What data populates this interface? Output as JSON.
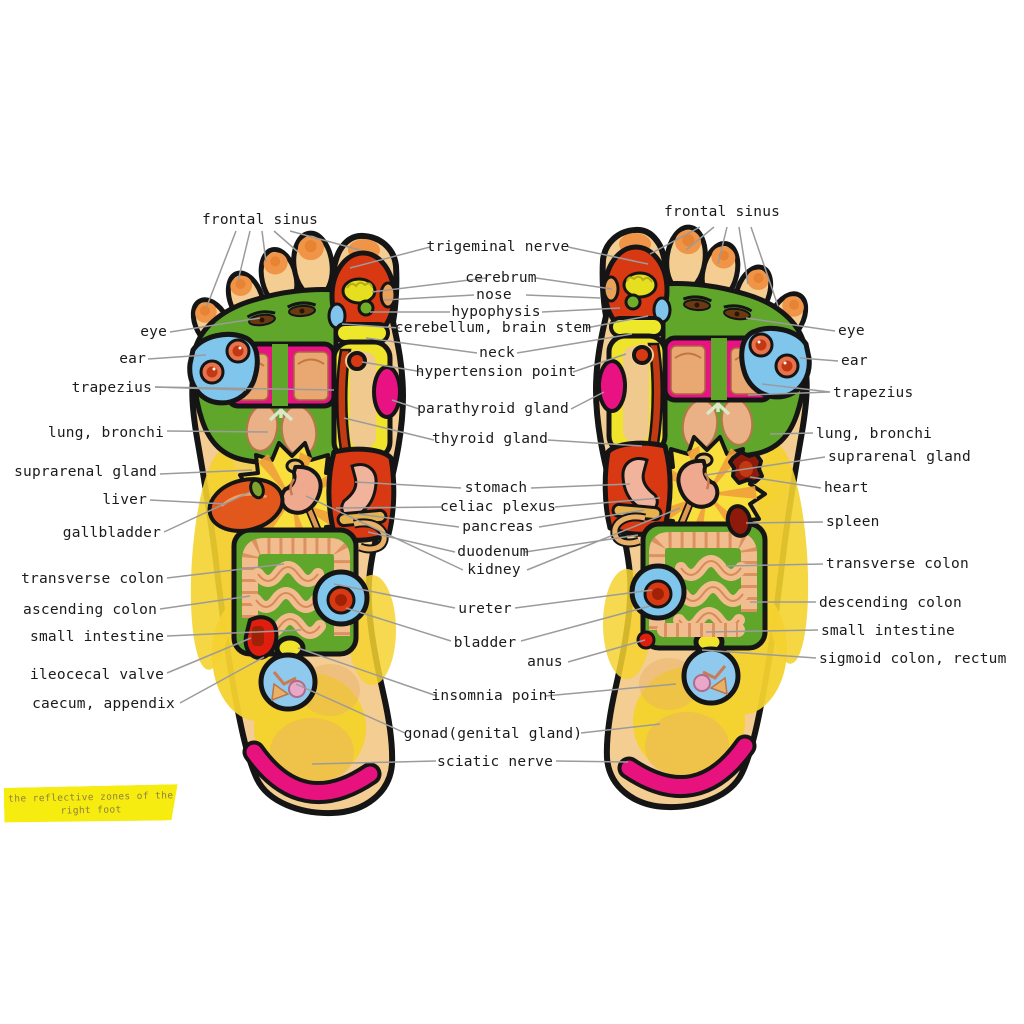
{
  "figure": {
    "caption_line1": "the reflective zones of the",
    "caption_line2": "right foot"
  },
  "labels": {
    "left": [
      "frontal sinus",
      "eye",
      "ear",
      "trapezius",
      "lung, bronchi",
      "suprarenal gland",
      "liver",
      "gallbladder",
      "transverse colon",
      "ascending colon",
      "small intestine",
      "ileocecal valve",
      "caecum, appendix"
    ],
    "center": [
      "trigeminal nerve",
      "cerebrum",
      "nose",
      "hypophysis",
      "cerebellum, brain stem",
      "neck",
      "hypertension point",
      "parathyroid gland",
      "thyroid gland",
      "stomach",
      "celiac plexus",
      "pancreas",
      "duodenum",
      "kidney",
      "ureter",
      "bladder",
      "anus",
      "insomnia point",
      "gonad(genital gland)",
      "sciatic nerve"
    ],
    "right": [
      "frontal sinus",
      "eye",
      "ear",
      "trapezius",
      "lung, bronchi",
      "suprarenal gland",
      "heart",
      "spleen",
      "transverse colon",
      "descending colon",
      "small intestine",
      "sigmoid colon, rectum"
    ]
  },
  "colors": {
    "skin": "#F4CD92",
    "skin_shade": "#E9B264",
    "arch_yellow": "#F4D22F",
    "zone_green": "#5FA62B",
    "zone_magenta": "#E81283",
    "zone_blue": "#7FC5EC",
    "zone_red": "#D93912",
    "zone_dark_red": "#8E1A0B",
    "toe_orange": "#F09448",
    "brain_yellow": "#E6DF1F",
    "band_yellow": "#EFE32C",
    "organ_pink": "#EFA98F",
    "intestine_tan": "#F2BD8E",
    "outline_black": "#151515",
    "leader_gray": "#9b9b9b",
    "caption_bg": "#F6EC0F",
    "caption_text": "#8F8040",
    "label_text": "#1b1b1b"
  }
}
